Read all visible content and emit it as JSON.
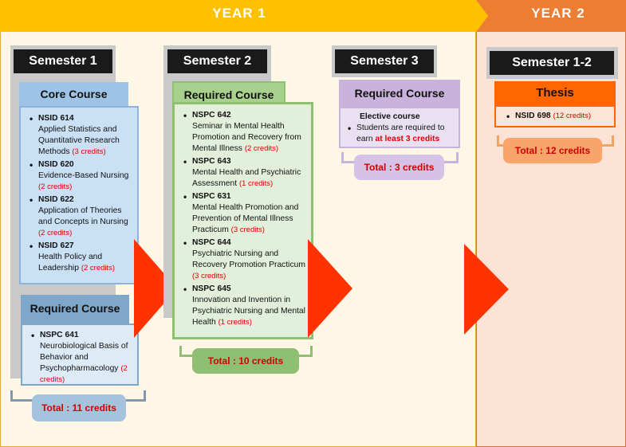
{
  "years": {
    "year1": "YEAR 1",
    "year2": "YEAR 2"
  },
  "semesters": {
    "s1": {
      "title": "Semester 1",
      "core_header": "Core Course",
      "core_items": [
        {
          "code": "NSID 614",
          "name": "Applied Statistics and Quantitative Research Methods",
          "credits": "(3 credits)"
        },
        {
          "code": "NSID 620",
          "name": "Evidence-Based Nursing",
          "credits": "(2 credits)"
        },
        {
          "code": "NSID 622",
          "name": "Application of Theories and Concepts in Nursing",
          "credits": "(2 credits)"
        },
        {
          "code": "NSID 627",
          "name": "Health Policy and Leadership",
          "credits": "(2 credits)"
        }
      ],
      "req_header": "Required Course",
      "req_items": [
        {
          "code": "NSPC 641",
          "name": "Neurobiological Basis of Behavior and Psychopharmacology",
          "credits": "(2 credits)"
        }
      ],
      "total": "Total : 11 credits"
    },
    "s2": {
      "title": "Semester 2",
      "req_header": "Required Course",
      "req_items": [
        {
          "code": "NSPC 642",
          "name": "Seminar in Mental Health Promotion and Recovery from Mental Illness",
          "credits": "(2 credits)"
        },
        {
          "code": "NSPC 643",
          "name": "Mental Health and Psychiatric Assessment",
          "credits": "(1 credits)"
        },
        {
          "code": "NSPC 631",
          "name": "Mental Health Promotion and Prevention of Mental Illness Practicum",
          "credits": "(3 credits)"
        },
        {
          "code": "NSPC 644",
          "name": "Psychiatric Nursing and Recovery Promotion Practicum",
          "credits": "(3 credits)"
        },
        {
          "code": "NSPC 645",
          "name": "Innovation and Invention in Psychiatric Nursing and Mental Health",
          "credits": "(1 credits)"
        }
      ],
      "total": "Total : 10 credits"
    },
    "s3": {
      "title": "Semester 3",
      "req_header": "Required Course",
      "elective_title": "Elective course",
      "elective_text": "Students are required to earn",
      "elective_highlight": "at least 3 credits",
      "total": "Total : 3 credits"
    },
    "s12": {
      "title": "Semester 1-2",
      "thesis_header": "Thesis",
      "thesis_code": "NSID 698",
      "thesis_credits": "(12 credits)",
      "total": "Total : 12 credits"
    }
  },
  "colors": {
    "year1": "#FFC000",
    "year2": "#ED7D31",
    "core": "#BDD7EE",
    "core_header": "#9DC3E6",
    "req1": "#DEEBF7",
    "req1_header": "#7FA7C9",
    "s2_body": "#E2EFDA",
    "s2_header": "#A9D18E",
    "s3": "#E4D8EE",
    "s3_header": "#C9B3DC",
    "thesis": "#FF6600",
    "arrow": "#FF3300"
  }
}
